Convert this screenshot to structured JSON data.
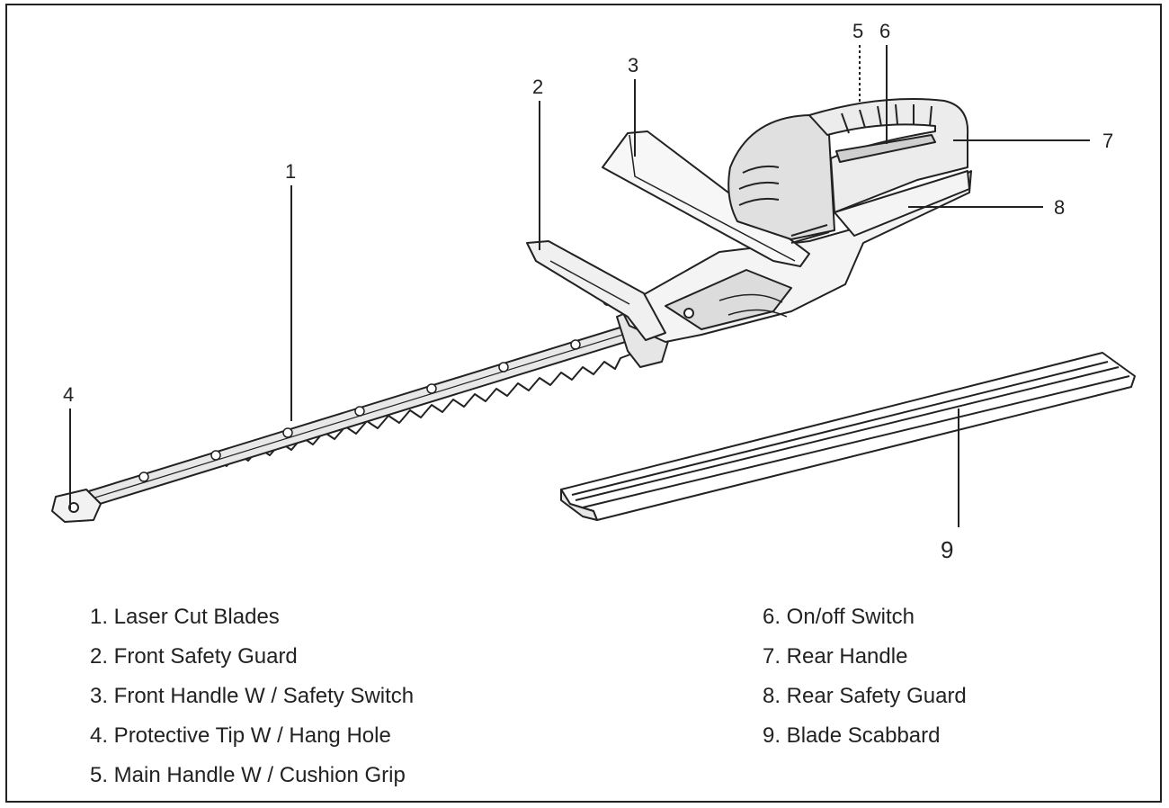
{
  "callouts": [
    "1",
    "2",
    "3",
    "4",
    "5",
    "6",
    "7",
    "8",
    "9"
  ],
  "legend_left": [
    "1. Laser Cut Blades",
    "2. Front Safety Guard",
    "3. Front Handle W / Safety Switch",
    "4. Protective Tip W / Hang Hole",
    "5. Main Handle W / Cushion Grip"
  ],
  "legend_right": [
    "6. On/off Switch",
    "7. Rear Handle",
    "8. Rear Safety Guard",
    "9. Blade Scabbard"
  ],
  "colors": {
    "line": "#222222",
    "fill_light": "#f2f2f2",
    "fill_mid": "#d9d9d9",
    "fill_dark": "#bdbdbd"
  }
}
